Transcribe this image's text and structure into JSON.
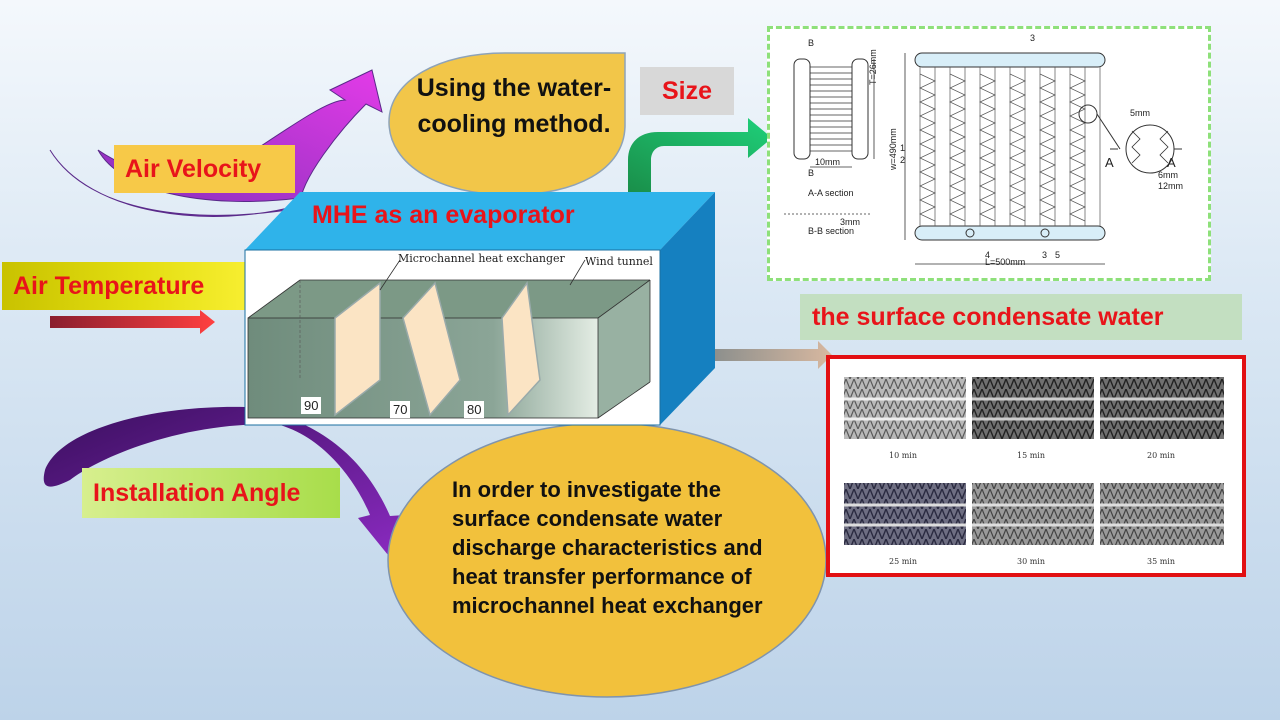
{
  "labels": {
    "air_velocity": "Air Velocity",
    "air_temperature": "Air Temperature",
    "installation_angle": "Installation Angle",
    "size": "Size",
    "condensate": "the surface condensate water",
    "mhe_title": "MHE as an evaporator"
  },
  "bubbles": {
    "water_cooling": "Using the water-cooling method.",
    "investigate": "In order to investigate the surface condensate water discharge characteristics and heat transfer performance of microchannel heat exchanger"
  },
  "tunnel": {
    "mhe_label": "Microchannel heat exchanger",
    "tunnel_label": "Wind tunnel",
    "angles": [
      "90",
      "70",
      "80"
    ]
  },
  "schematic": {
    "aa_section": "A-A section",
    "bb_section": "B-B section",
    "dim_b": "B",
    "dim_t": "T=26mm",
    "dim_10": "10mm",
    "dim_3": "3mm",
    "dim_w": "w=490mm",
    "dim_l": "L=500mm",
    "dim_5mm": "5mm",
    "dim_6mm": "6mm",
    "dim_12mm": "12mm",
    "mark_a": "A",
    "n1": "1",
    "n2": "2",
    "n3": "3",
    "n4": "4",
    "n5": "5"
  },
  "photos": {
    "captions": [
      "10 min",
      "15 min",
      "20 min",
      "25 min",
      "30 min",
      "35 min"
    ]
  },
  "colors": {
    "label_red": "#e8141a",
    "bubble_yellow": "#f2c649",
    "box_blue": "#2db1e8",
    "frame_red": "#e21013",
    "schematic_border": "#8ee07a"
  }
}
